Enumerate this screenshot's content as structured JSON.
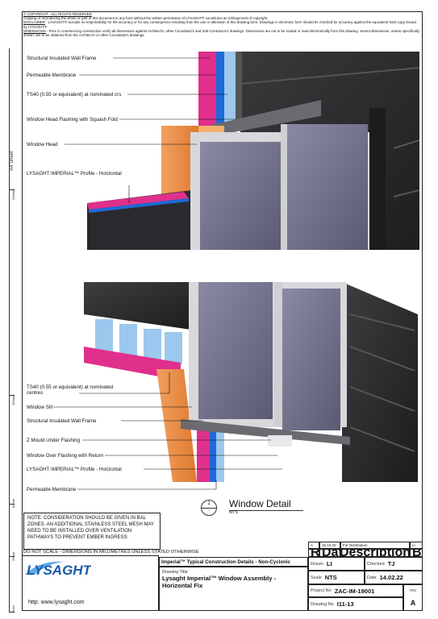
{
  "header": {
    "copyright": "© COPYRIGHT - ALL RIGHTS RESERVED",
    "copy_notice": "Copying or reproducing the whole or part of this document in any form without the written permission of LYSAGHT® constitutes an infringement of copyright.",
    "disclaimer_label": "DISCLAIMER",
    "disclaimer_text": " - LYSAGHT® accepts no responsibility for the accuracy or for any consequence resulting from the use or alteration of this drawing form. Drawings in electronic form should be checked for accuracy against the equivalent hard copy issued by LYSAGHT®",
    "dimensions_label": "DIMENSIONS",
    "dimensions_text": " - Prior to commencing construction verify all dimensions against Architect's, other Consultant's and Sub-Contractor's drawings. Dimensions are not to be scaled or read electronically from this drawing. Setout dimensions, unless specifically shown, are to be obtained from the Architect's or other Consultant's drawings."
  },
  "ruler": {
    "sheet_size": "A4 Sheet",
    "marks": [
      "200mm",
      "150mm",
      "80mm",
      "25mm",
      "0mm"
    ]
  },
  "callouts_head": [
    "Structural Insulated Wall Frame",
    "Permeable Membrane",
    "TS40  (0.55 or equivalent) at nominated crs",
    "Window Head Flashing with Squash Fold",
    "Window Head",
    "LYSAGHT IMPERIAL™ Profile - Horizontal"
  ],
  "callouts_sill": [
    "TS40 (0.55 or equivalent) at nominated centres",
    "Window Sill",
    "Structural Insulated Wall Frame",
    "Z Mould Under Flashing",
    "Window Over Flashing with Return",
    "LYSAGHT IMPERIAL™ Profile - Horizontal",
    "Permeable Membrane"
  ],
  "detail": {
    "number": "1",
    "sub": "-",
    "name": "Window Detail",
    "scale": "NTS"
  },
  "note": "NOTE: CONSIDERATION SHOULD BE GIVEN IN BAL ZONES. AN ADDITIONAL STAINLESS STEEL MESH MAY NEED TO BE INSTALLED OVER VENTILATION PATHWAYS TO PREVENT EMBER INGRESS.",
  "do_not_scale": "DO NOT SCALE - DIMENSIONS IN MILLIMETRES UNLESS STATED OTHERWISE",
  "revision_table": {
    "row": {
      "rev": "A",
      "date": "15.10.20",
      "description": "For Distribution",
      "by": "LI"
    },
    "headers": {
      "rev": "Rev",
      "date": "Date",
      "description": "Description",
      "by": "By"
    }
  },
  "title_block": {
    "series": "Imperial™ Typical Construction Details - Non-Cyclonic",
    "drawing_title_label": "Drawing Title",
    "drawing_title": "Lysaght Imperial™ Window Assembly - Horizontal Fix",
    "drawn_label": "Drawn",
    "drawn": "LI",
    "checked_label": "Checked",
    "checked": "TJ",
    "scale_label": "Scale",
    "scale": "NTS",
    "date_label": "Date",
    "date": "14.02.22",
    "project_label": "Project No",
    "project": "ZAC-IM-19001",
    "drawing_label": "Drawing No",
    "drawing": "I11-13",
    "rev_label": "rev",
    "rev": "A"
  },
  "brand": {
    "logo_text": "LYSAGHT",
    "website": "http: www.lysaght.com",
    "logo_color": "#1a5aa8"
  }
}
